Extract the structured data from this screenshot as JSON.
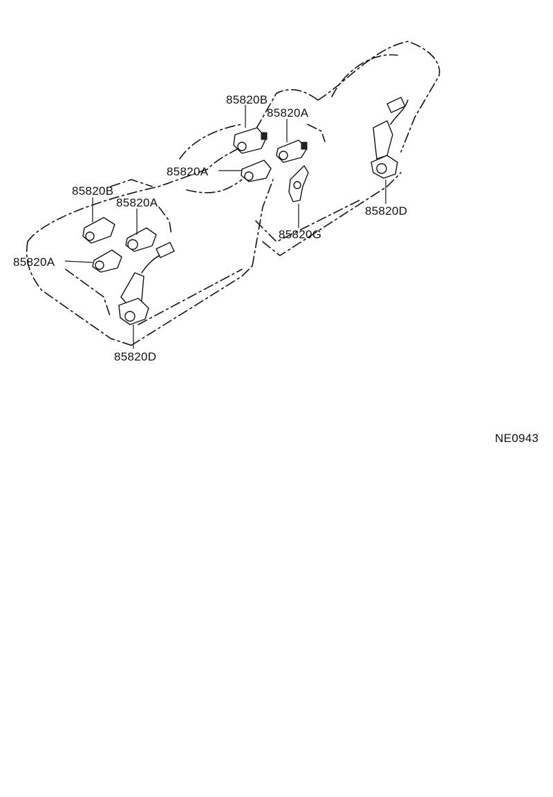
{
  "labels": {
    "p_b_top": "85820B",
    "p_a_top": "85820A",
    "p_a_mid": "85820A",
    "p_b_left": "85820B",
    "p_a_left_top": "85820A",
    "p_a_left": "85820A",
    "p_g": "85820G",
    "p_d_right": "85820D",
    "p_d_bottom": "85820D"
  },
  "diagram_code": "NE0943"
}
